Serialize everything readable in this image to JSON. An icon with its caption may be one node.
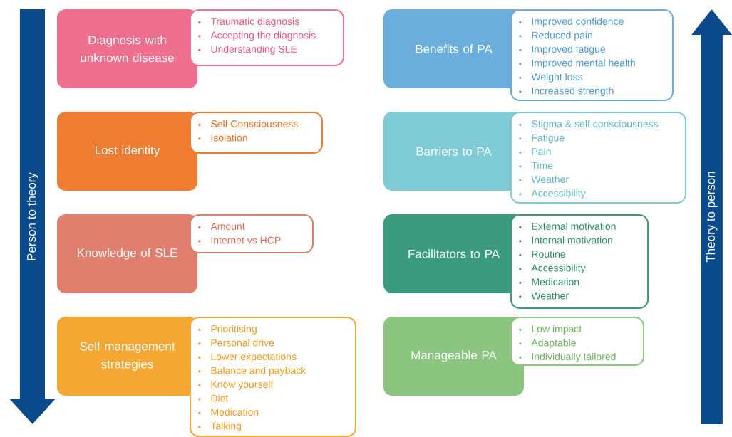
{
  "diagram": {
    "nodes": [
      {
        "text": [
          "Person to theory"
        ]
      },
      {
        "text": [
          "Diagnosis with unknown disease"
        ]
      },
      {
        "text": [
          "Traumatic diagnosis",
          "Accepting the diagnosis",
          "Understanding SLE"
        ]
      },
      {
        "text": [
          "Lost identity"
        ]
      },
      {
        "text": [
          "Self Consciousness",
          "Isolation"
        ]
      },
      {
        "text": [
          "Knowledge of SLE"
        ]
      },
      {
        "text": [
          "Amount",
          "Internet vs HCP"
        ]
      },
      {
        "text": [
          "Self management strategies"
        ]
      },
      {
        "text": [
          "Prioritising",
          "Personal drive",
          "Lower expectations",
          "Balance and payback",
          "Know yourself",
          "Diet",
          "Medication",
          "Talking"
        ]
      },
      {
        "text": [
          "Benefits of PA"
        ]
      },
      {
        "text": [
          "Improved confidence",
          "Reduced pain",
          "Improved fatigue",
          "Improved mental health",
          "Weight loss",
          "Increased strength"
        ]
      },
      {
        "text": [
          "Barriers to PA"
        ]
      },
      {
        "text": [
          "Stigma & self consciousness",
          "Fatigue",
          "Pain",
          "Time",
          "Weather",
          "Accessibility"
        ]
      },
      {
        "text": [
          "Facilitators to PA"
        ]
      },
      {
        "text": [
          "External motivation",
          "Internal motivation",
          "Routine",
          "Accessibility",
          "Medication",
          "Weather"
        ]
      },
      {
        "text": [
          "Manageable PA"
        ]
      },
      {
        "text": [
          "Low impact",
          "Adaptable",
          "Individually tailored"
        ]
      },
      {
        "text": [
          "Theory to person"
        ]
      }
    ]
  }
}
